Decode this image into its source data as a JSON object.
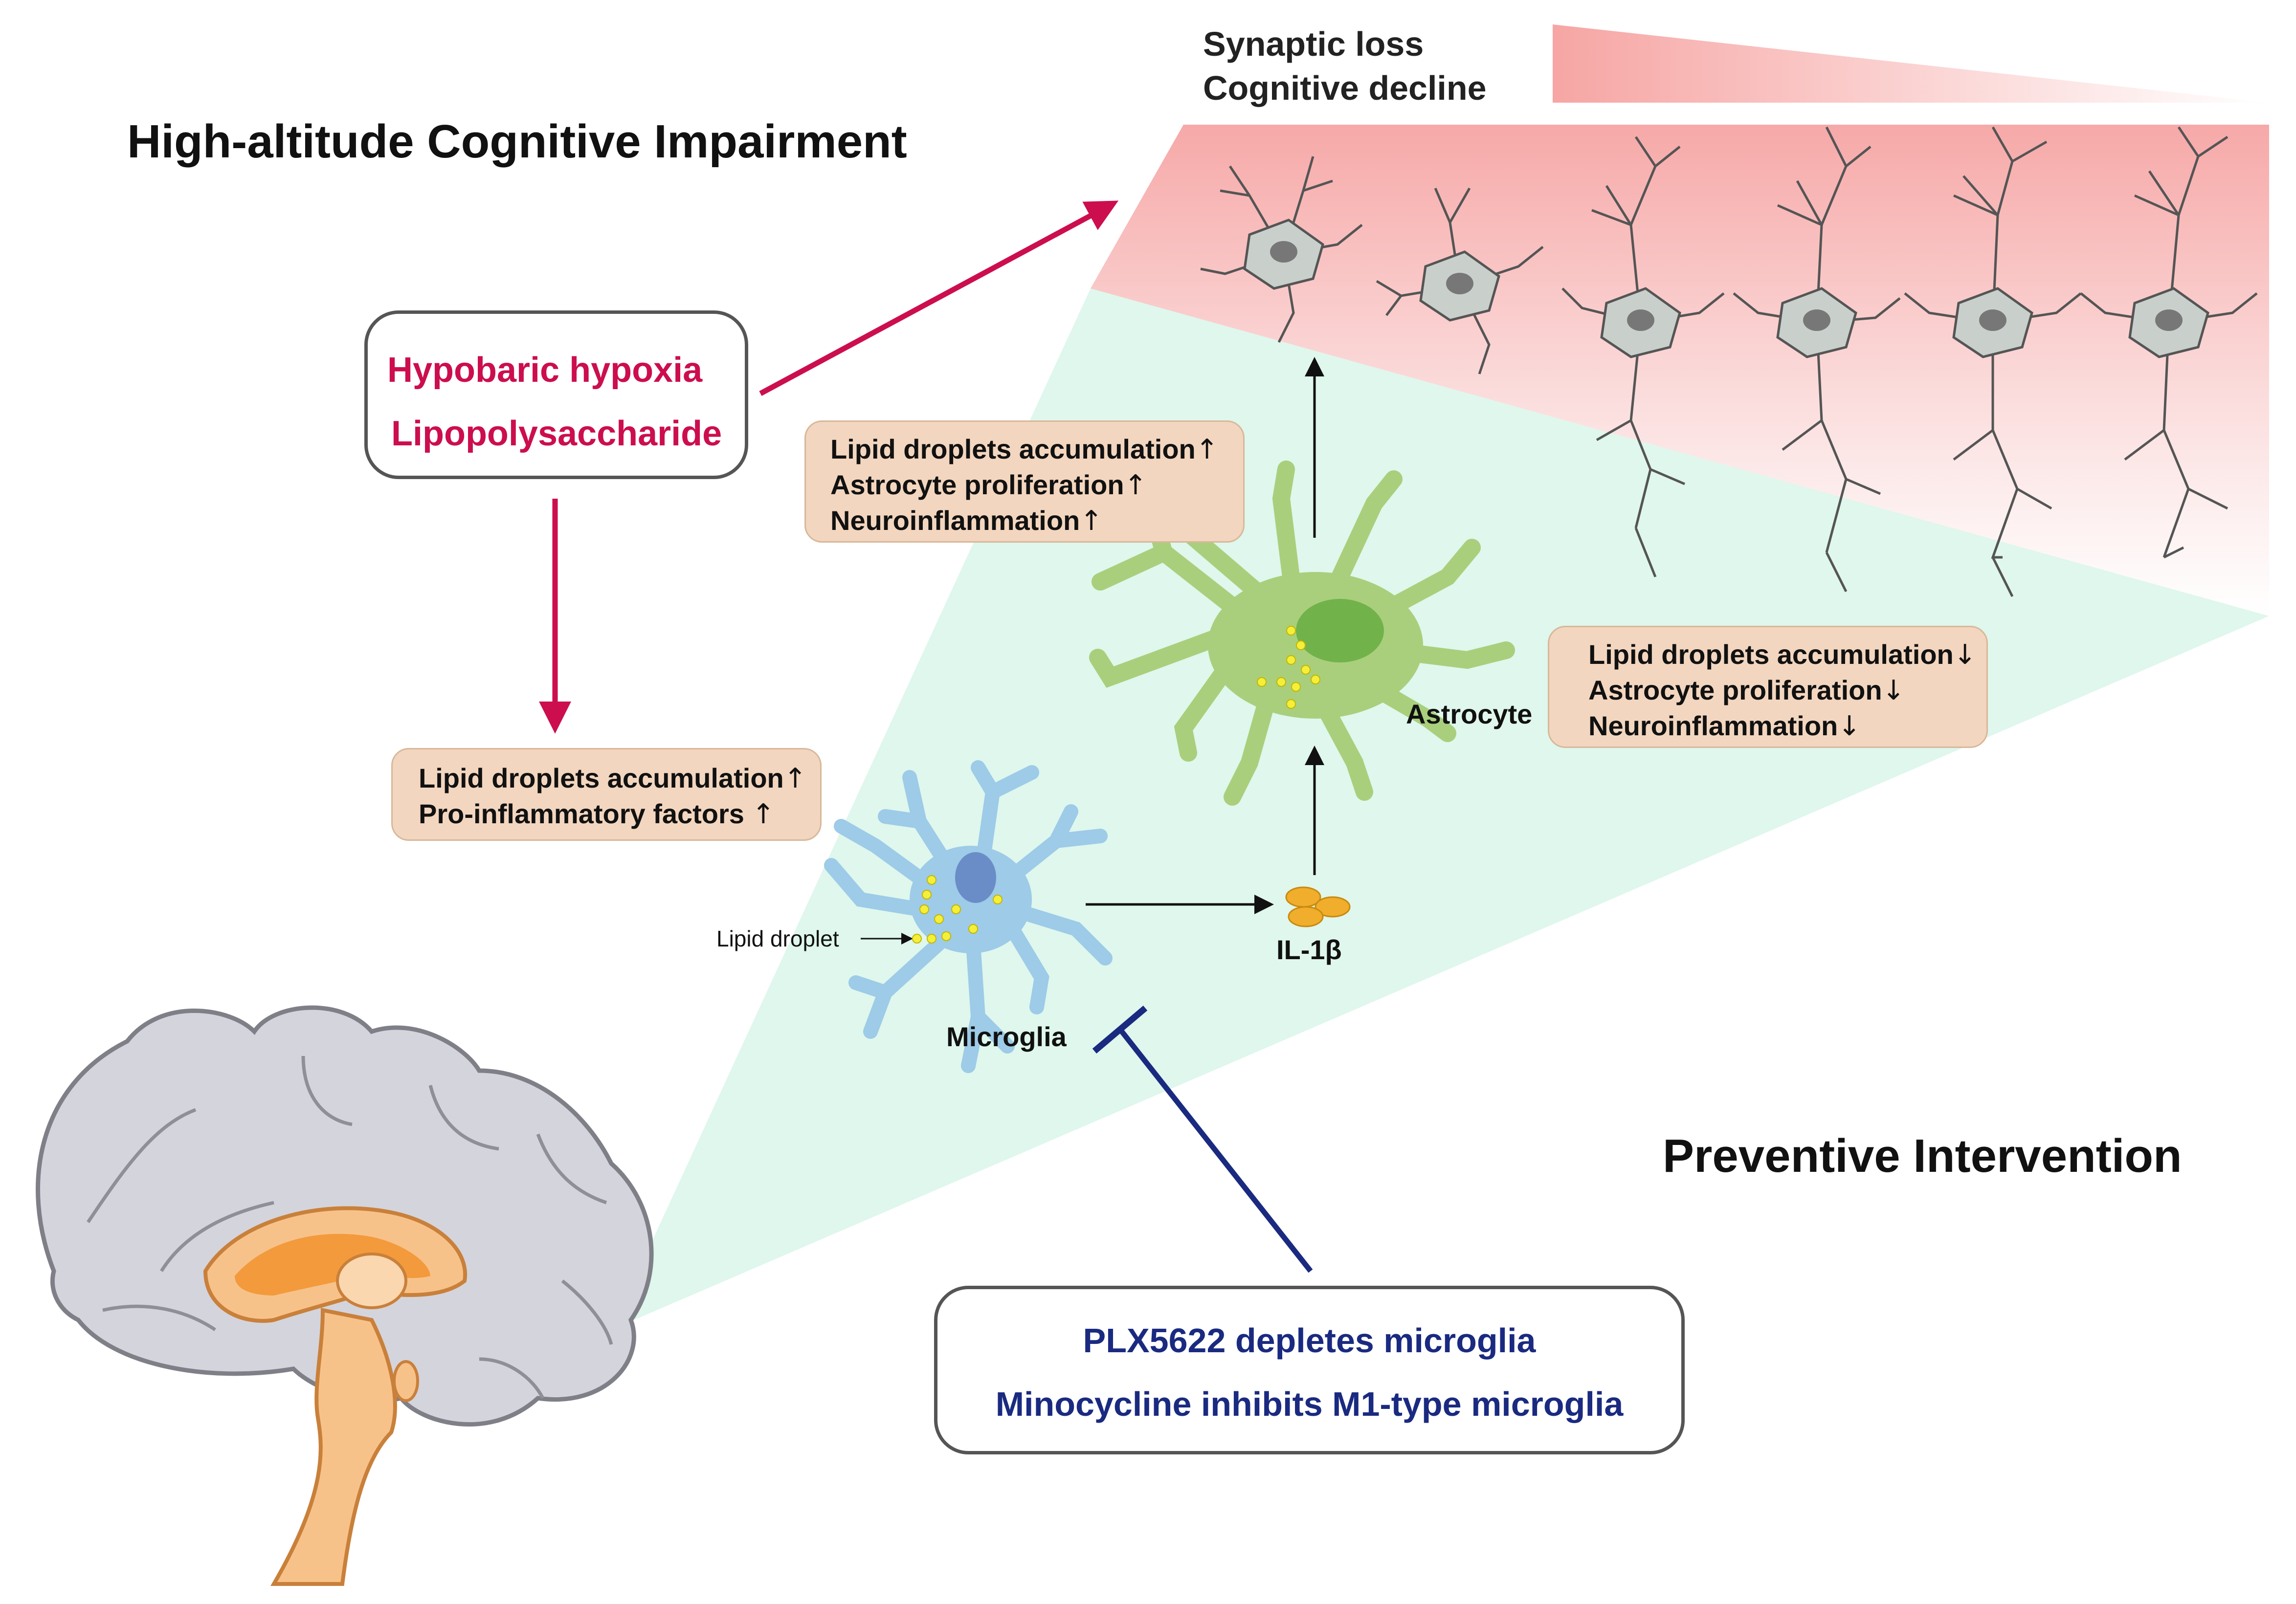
{
  "title": "High-altitude Cognitive Impairment",
  "outcome": {
    "line1": "Synaptic loss",
    "line2": "Cognitive decline"
  },
  "causes": {
    "line1": "Hypobaric hypoxia",
    "line2": "Lipopolysaccharide"
  },
  "microglia_effects": {
    "line1": "Lipid droplets accumulation",
    "line2": "Pro-inflammatory factors"
  },
  "astrocyte_effects_up": {
    "line1": "Lipid droplets accumulation",
    "line2": "Astrocyte proliferation",
    "line3": "Neuroinflammation"
  },
  "astrocyte_effects_down": {
    "line1": "Lipid droplets accumulation",
    "line2": "Astrocyte proliferation",
    "line3": "Neuroinflammation"
  },
  "arrows": {
    "up": "↑",
    "down": "↓"
  },
  "labels": {
    "astrocyte": "Astrocyte",
    "microglia": "Microglia",
    "il1b": "IL-1β",
    "lipid_droplet": "Lipid droplet"
  },
  "intervention": {
    "title": "Preventive Intervention",
    "line1": "PLX5622 depletes microglia",
    "line2": "Minocycline inhibits M1-type microglia"
  },
  "icons": {
    "brain": "brain-sagittal-icon",
    "neuron": "neuron-icon",
    "astrocyte": "astrocyte-icon",
    "microglia": "microglia-icon",
    "cytokine": "il1b-molecule-icon"
  },
  "colors": {
    "cause_text": "#cc0e4e",
    "cause_arrow": "#cc0e4e",
    "intervention_text": "#1a2a80",
    "inhibition_line": "#1a2a80",
    "effect_box": "#f3d6bf",
    "zoom_region": "#dff7ec",
    "damage_region": "#f5b3b3",
    "astrocyte": "#a9cf7c",
    "microglia": "#9dcbe8",
    "il1b": "#f0ae2c",
    "lipid_droplet": "#f4f03a"
  }
}
